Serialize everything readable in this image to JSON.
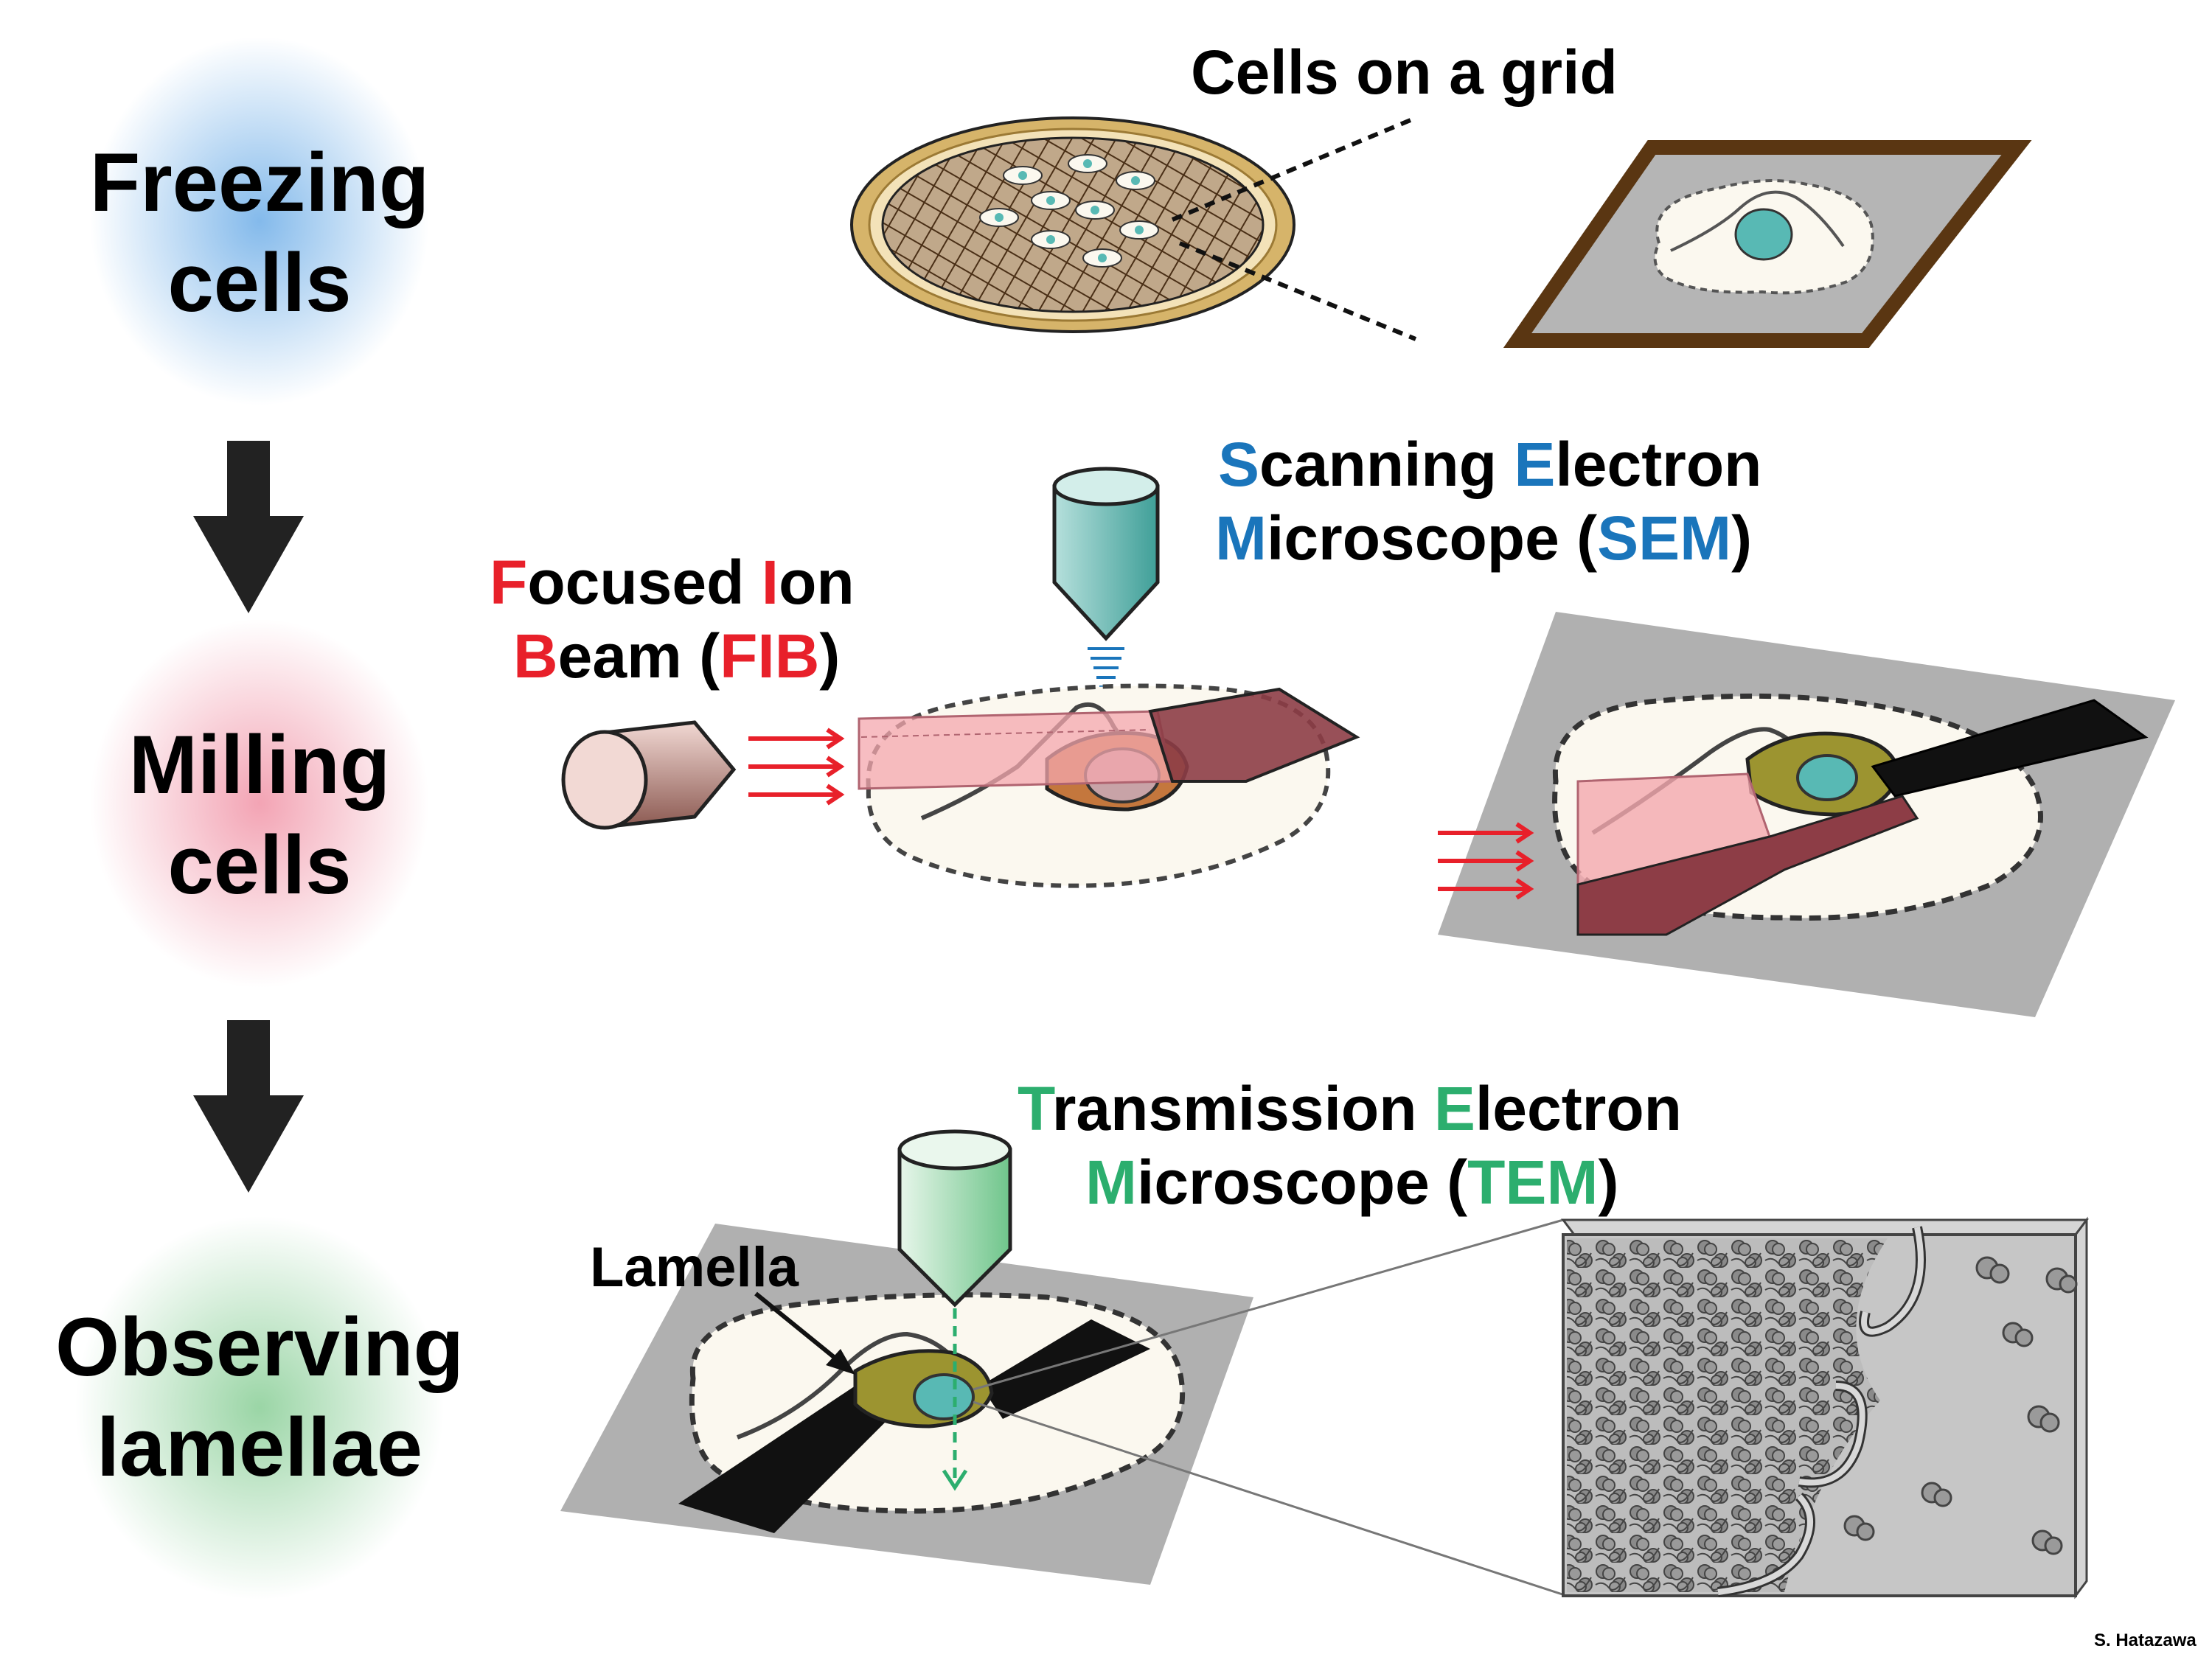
{
  "steps": [
    {
      "label": "Freezing\ncells",
      "glow": "#8fc1ec"
    },
    {
      "label": "Milling\ncells",
      "glow": "#f2a9b8"
    },
    {
      "label": "Observing\nlamellae",
      "glow": "#9fd6a9"
    }
  ],
  "labels": {
    "cells_on_grid": "Cells on a grid",
    "lamella": "Lamella",
    "credit": "S. Hatazawa"
  },
  "fib": {
    "line1": [
      {
        "t": "F",
        "hl": true
      },
      {
        "t": "ocused ",
        "hl": false
      },
      {
        "t": "I",
        "hl": true
      },
      {
        "t": "on",
        "hl": false
      }
    ],
    "line2": [
      {
        "t": "B",
        "hl": true
      },
      {
        "t": "eam (",
        "hl": false
      },
      {
        "t": "FIB",
        "hl": true
      },
      {
        "t": ")",
        "hl": false
      }
    ],
    "color": "#e8202a"
  },
  "sem": {
    "line1": [
      {
        "t": "S",
        "hl": true
      },
      {
        "t": "canning ",
        "hl": false
      },
      {
        "t": "E",
        "hl": true
      },
      {
        "t": "lectron",
        "hl": false
      }
    ],
    "line2": [
      {
        "t": "M",
        "hl": true
      },
      {
        "t": "icroscope (",
        "hl": false
      },
      {
        "t": "SEM",
        "hl": true
      },
      {
        "t": ")",
        "hl": false
      }
    ],
    "color": "#1a75bb"
  },
  "tem": {
    "line1": [
      {
        "t": "T",
        "hl": true
      },
      {
        "t": "ransmission ",
        "hl": false
      },
      {
        "t": "E",
        "hl": true
      },
      {
        "t": "lectron",
        "hl": false
      }
    ],
    "line2": [
      {
        "t": "M",
        "hl": true
      },
      {
        "t": "icroscope (",
        "hl": false
      },
      {
        "t": "TEM",
        "hl": true
      },
      {
        "t": ")",
        "hl": false
      }
    ],
    "color": "#2cae6e"
  },
  "colors": {
    "grid_rim": "#c8a45c",
    "grid_mesh": "#5a3b1c",
    "cell_cytoplasm": "#fbf8ef",
    "nucleus": "#58b9b4",
    "milled_box": "#f4a7ae",
    "lamella_dark": "#8d3d46",
    "substrate_gray": "#a8a8a8"
  }
}
